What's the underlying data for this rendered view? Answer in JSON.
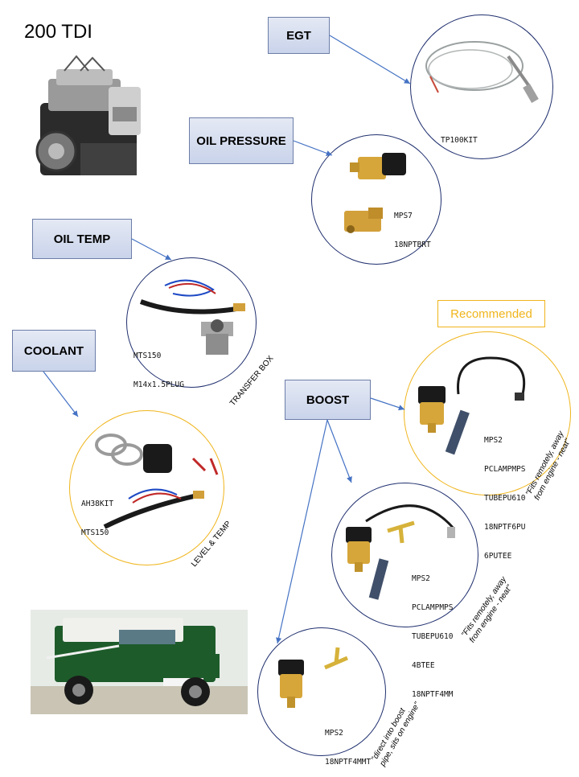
{
  "title": "200 TDI",
  "labels": {
    "egt": "EGT",
    "oil_pressure": "OIL PRESSURE",
    "oil_temp": "OIL TEMP",
    "coolant": "COOLANT",
    "boost": "BOOST",
    "recommended": "Recommended"
  },
  "parts": {
    "egt": [
      "TP100KIT"
    ],
    "oil_pressure": [
      "MPS7",
      "18NPTBRT"
    ],
    "oil_temp": [
      "MTS150",
      "M14x1.5PLUG"
    ],
    "coolant": [
      "AH38KIT",
      "MTS150"
    ],
    "boost_recommended": [
      "MPS2",
      "PCLAMPMPS",
      "TUBEPU610",
      "18NPTF6PU",
      "6PUTEE"
    ],
    "boost_middle": [
      "MPS2",
      "PCLAMPMPS",
      "TUBEPU610",
      "4BTEE",
      "18NPTF4MM"
    ],
    "boost_direct": [
      "MPS2",
      "18NPTF4MMT"
    ]
  },
  "notes": {
    "transfer_box": "TRANSFER BOX",
    "level_temp": "LEVEL & TEMP",
    "fits_remotely_1": [
      "\"Fits remotely, away",
      "from engine - neat\""
    ],
    "fits_remotely_2": [
      "\"Fits remotely, away",
      "from engine - neat\""
    ],
    "direct_boost": [
      "\"direct into boost",
      "pipe, sits on engine\""
    ]
  },
  "colors": {
    "label_box_fill": "#d5dcee",
    "label_box_border": "#6c7da8",
    "circle_border": "#1f2f6e",
    "recommended": "#f0b51c",
    "arrow": "#4472c4"
  }
}
